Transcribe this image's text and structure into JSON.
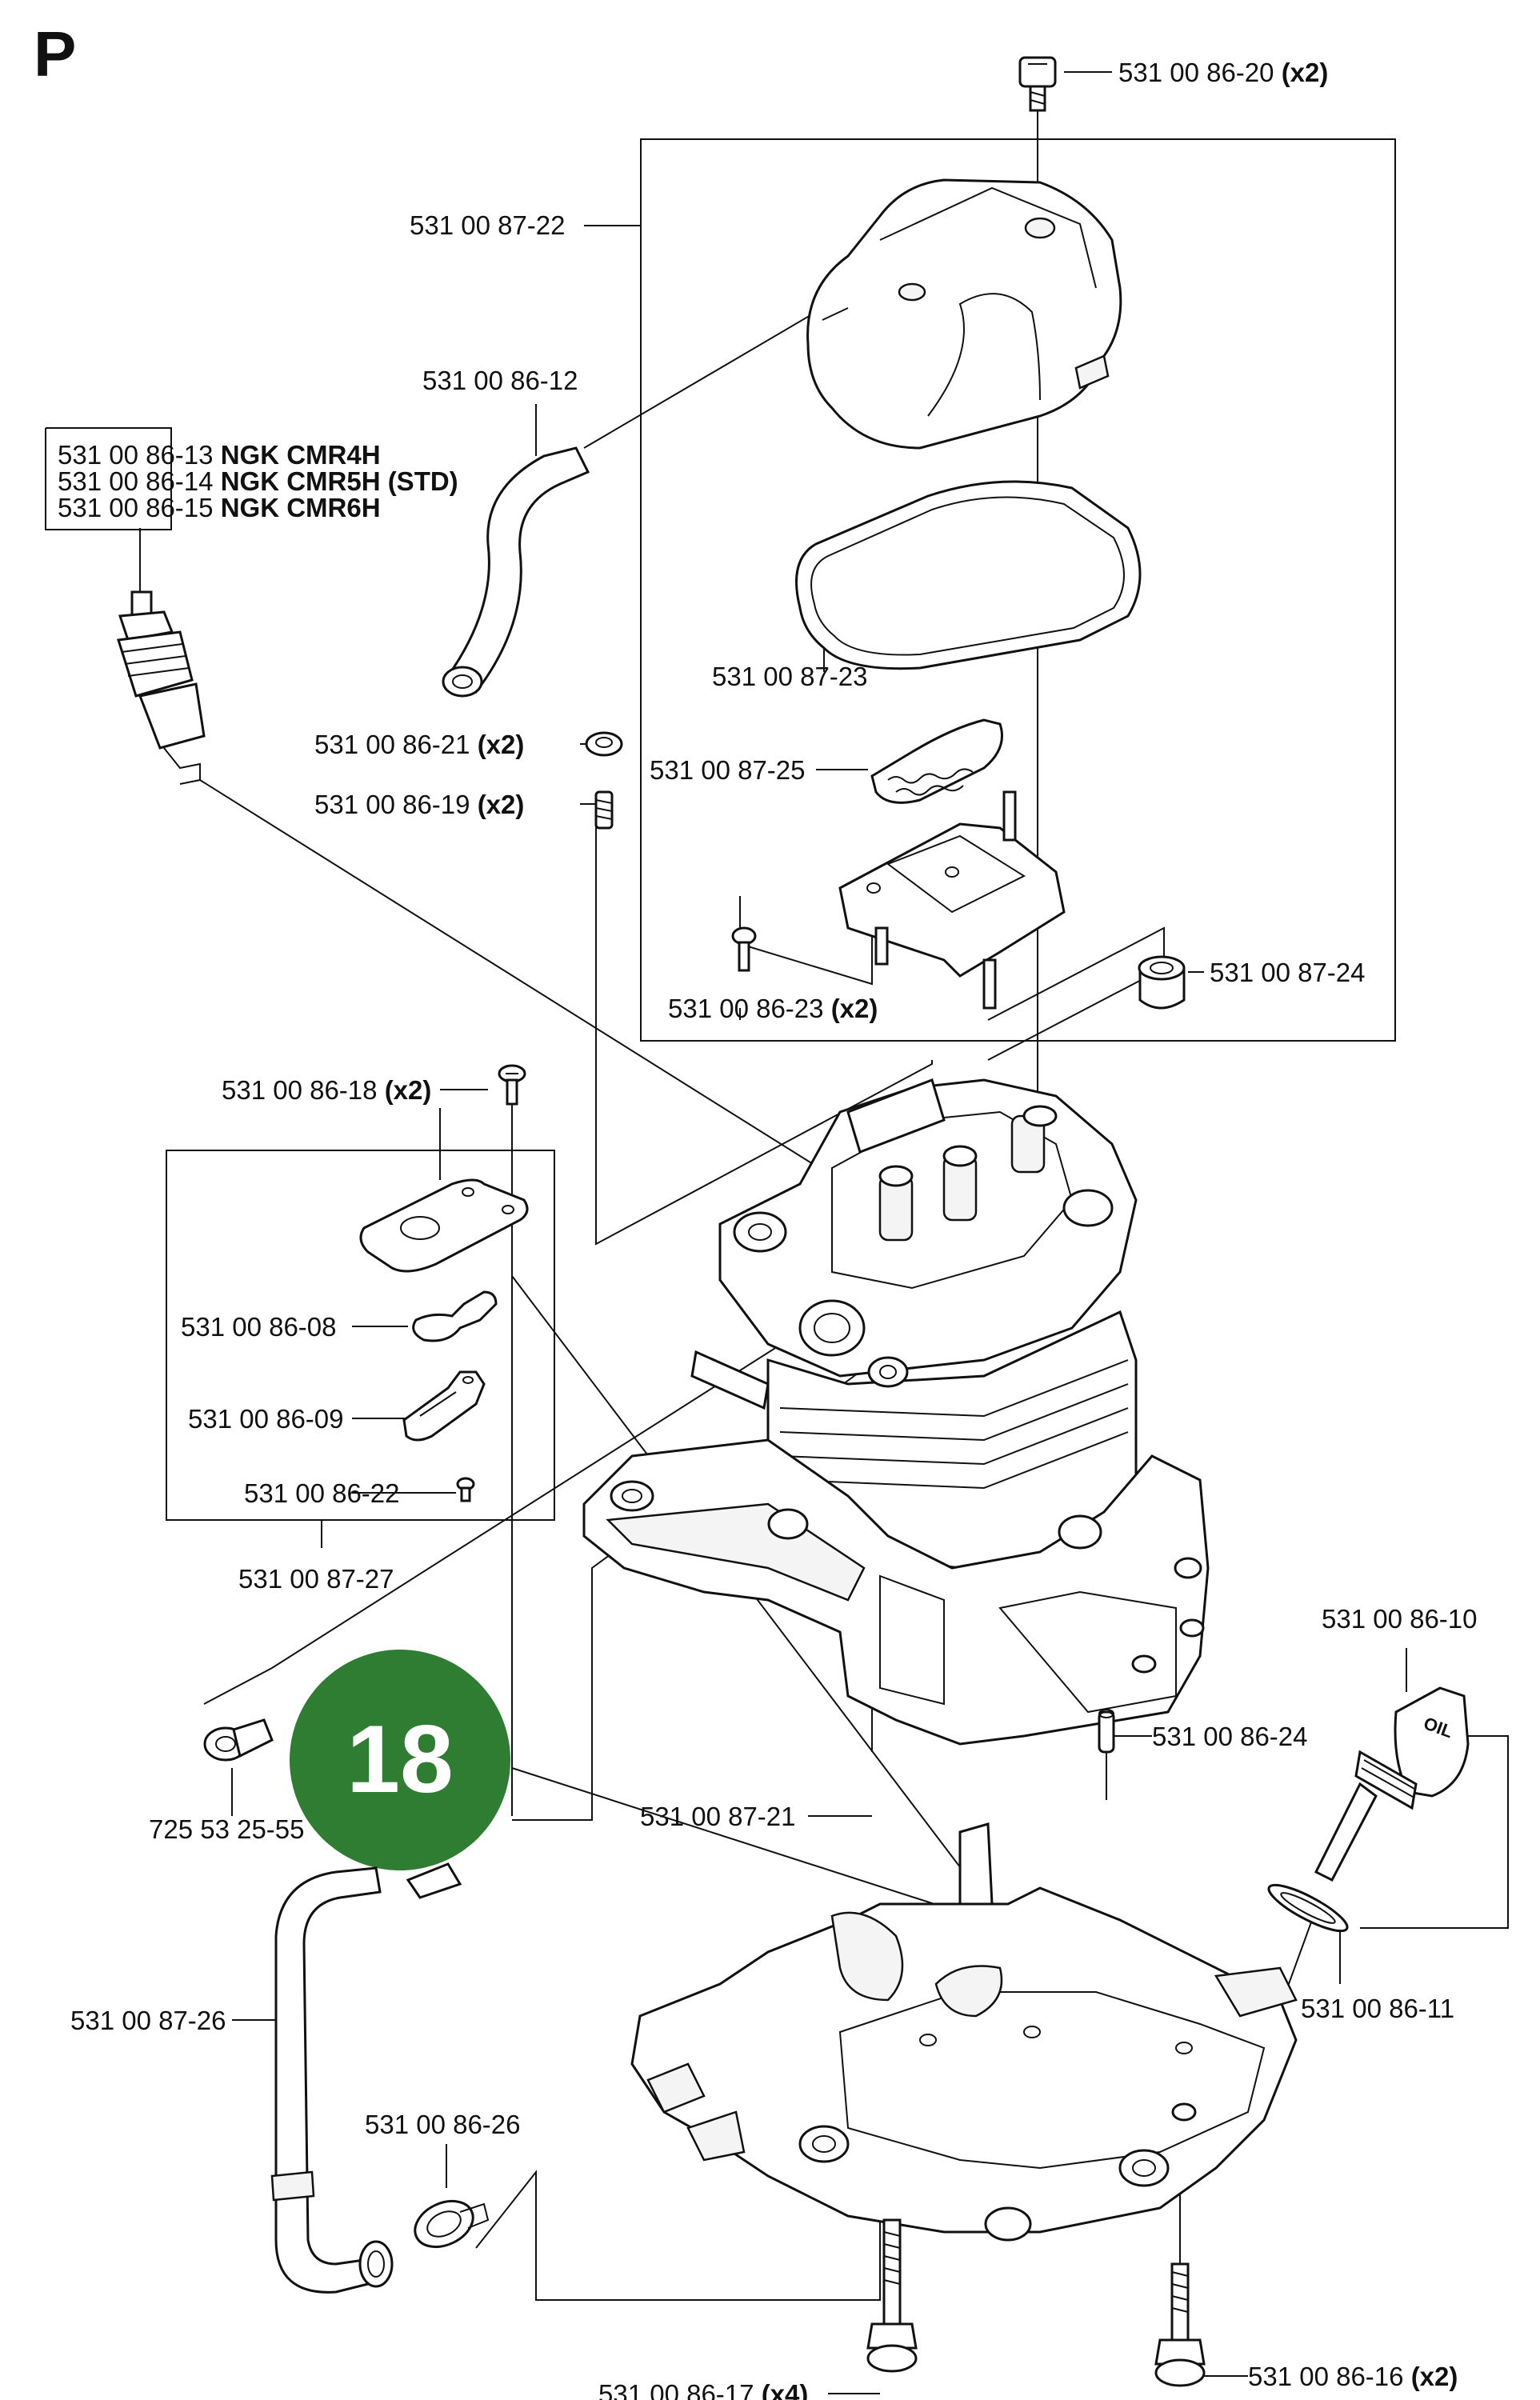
{
  "section_letter": "P",
  "badge": {
    "number": "18",
    "color": "#2e7d32"
  },
  "spark_plug_options": [
    {
      "part": "531 00 86-13",
      "desc": "NGK CMR4H"
    },
    {
      "part": "531 00 86-14",
      "desc": "NGK CMR5H (STD)"
    },
    {
      "part": "531 00 86-15",
      "desc": "NGK CMR6H"
    }
  ],
  "callouts": {
    "screw_top": {
      "part": "531 00 86-20",
      "qty": "(x2)"
    },
    "rocker_cover": {
      "part": "531 00 87-22",
      "qty": ""
    },
    "breather_hose": {
      "part": "531 00 86-12",
      "qty": ""
    },
    "cover_gasket": {
      "part": "531 00 87-23",
      "qty": ""
    },
    "nut": {
      "part": "531 00 86-21",
      "qty": "(x2)"
    },
    "stud": {
      "part": "531 00 86-19",
      "qty": "(x2)"
    },
    "filter": {
      "part": "531 00 87-25",
      "qty": ""
    },
    "screw_small": {
      "part": "531 00 86-23",
      "qty": "(x2)"
    },
    "bushing": {
      "part": "531 00 87-24",
      "qty": ""
    },
    "screw_plate": {
      "part": "531 00 86-18",
      "qty": "(x2)"
    },
    "valve_plate": {
      "part": "531 00 86-08",
      "qty": ""
    },
    "valve_stop": {
      "part": "531 00 86-09",
      "qty": ""
    },
    "screw_tiny": {
      "part": "531 00 86-22",
      "qty": ""
    },
    "valve_kit": {
      "part": "531 00 87-27",
      "qty": ""
    },
    "oil_plug": {
      "part": "531 00 86-10",
      "qty": ""
    },
    "pin": {
      "part": "531 00 86-24",
      "qty": ""
    },
    "cap_screw": {
      "part": "725 53 25-55",
      "qty": ""
    },
    "crankcase": {
      "part": "531 00 87-21",
      "qty": ""
    },
    "oring": {
      "part": "531 00 86-11",
      "qty": ""
    },
    "hose_lower": {
      "part": "531 00 87-26",
      "qty": ""
    },
    "clamp": {
      "part": "531 00 86-26",
      "qty": ""
    },
    "screw_long": {
      "part": "531 00 86-17",
      "qty": "(x4)"
    },
    "screw_bottom": {
      "part": "531 00 86-16",
      "qty": "(x2)"
    }
  },
  "oil_cap_text": "OIL"
}
